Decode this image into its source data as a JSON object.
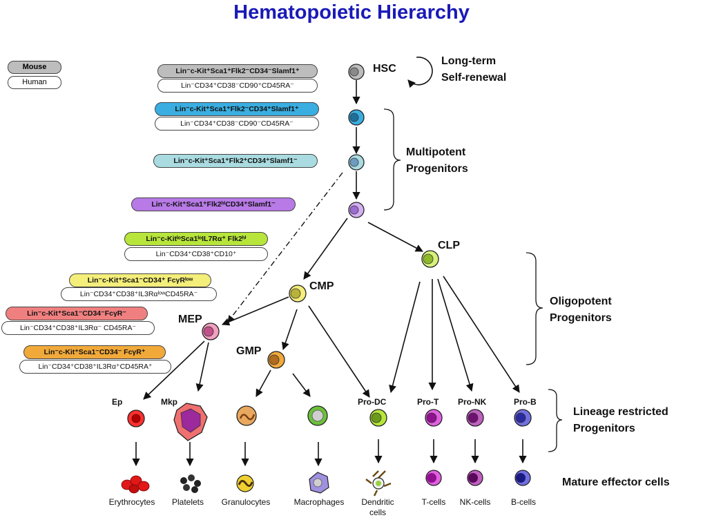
{
  "title": "Hematopoietic Hierarchy",
  "legend": {
    "mouse": "Mouse",
    "human": "Human"
  },
  "markers": {
    "hsc_mouse": "Lin⁻c-Kit⁺Sca1⁺Flk2⁻CD34⁻Slamf1⁺",
    "hsc_human": "Lin⁻CD34⁺CD38⁻CD90⁺CD45RA⁻",
    "mpp1_mouse": "Lin⁻c-Kit⁺Sca1⁺Flk2⁻CD34⁺Slamf1⁺",
    "mpp1_human": "Lin⁻CD34⁺CD38⁻CD90⁻CD45RA⁻",
    "mpp2_mouse": "Lin⁻c-Kit⁺Sca1⁺Flk2⁺CD34⁺Slamf1⁻",
    "mpp3_mouse": "Lin⁻c-Kit⁺Sca1⁺Flk2ʰⁱCD34⁺Slamf1⁻",
    "clp_mouse": "Lin⁻c-KitˡᵒSca1ˡᵒIL7Rα⁺ Flk2ʰⁱ",
    "clp_human": "Lin⁻CD34⁺CD38⁺CD10⁺",
    "cmp_mouse": "Lin⁻c-Kit⁺Sca1⁻CD34⁺ FcγRˡᵒʷ",
    "cmp_human": "Lin⁻CD34⁺CD38⁺IL3RαˡᵒʷCD45RA⁻",
    "mep_mouse": "Lin⁻c-Kit⁺Sca1⁻CD34⁻FcγR⁻",
    "mep_human": "Lin⁻CD34⁺CD38⁺IL3Rα⁻ CD45RA⁻",
    "gmp_mouse": "Lin⁻c-Kit⁺Sca1⁻CD34⁻ FcγR⁺",
    "gmp_human": "Lin⁻CD34⁺CD38⁺IL3Rα⁺CD45RA⁺"
  },
  "nodes": {
    "hsc": "HSC",
    "clp": "CLP",
    "cmp": "CMP",
    "mep": "MEP",
    "gmp": "GMP"
  },
  "self_renewal": {
    "line1": "Long-term",
    "line2": "Self-renewal"
  },
  "groups": {
    "multipotent": {
      "line1": "Multipotent",
      "line2": "Progenitors"
    },
    "oligopotent": {
      "line1": "Oligopotent",
      "line2": "Progenitors"
    },
    "lineage": {
      "line1": "Lineage restricted",
      "line2": "Progenitors"
    },
    "mature": "Mature effector cells"
  },
  "progenitors": [
    "Ep",
    "Mkp",
    "Pro-DC",
    "Pro-T",
    "Pro-NK",
    "Pro-B"
  ],
  "mature_cells": {
    "erythrocytes": "Erythrocytes",
    "platelets": "Platelets",
    "granulocytes": "Granulocytes",
    "macrophages": "Macrophages",
    "dendritic1": "Dendritic",
    "dendritic2": "cells",
    "tcells": "T-cells",
    "nkcells": "NK-cells",
    "bcells": "B-cells"
  },
  "colors": {
    "title": "#1a1ab8",
    "hsc": "#bdbdbd",
    "mpp1": "#3aaee0",
    "mpp2": "#a9dbe0",
    "mpp3": "#b77ae6",
    "clp": "#b7e53b",
    "cmp": "#f4ee7a",
    "mep": "#f08080",
    "gmp": "#f1a93a"
  }
}
